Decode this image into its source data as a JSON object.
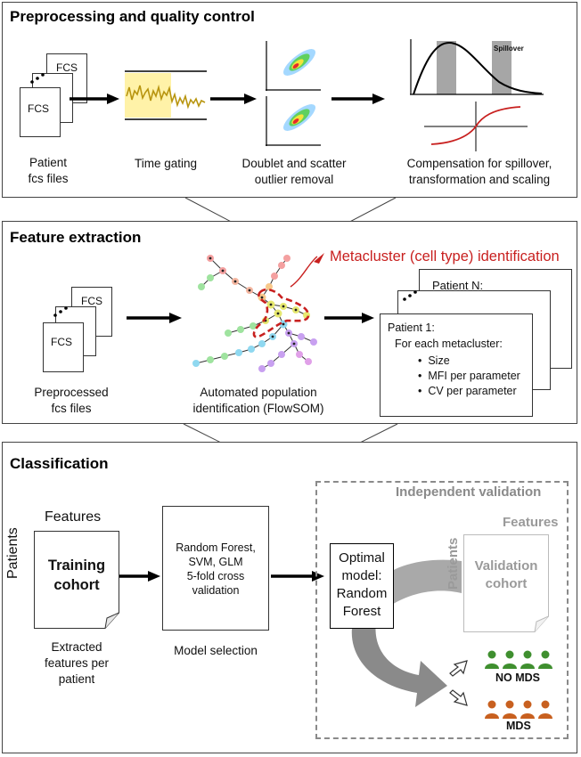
{
  "panel1": {
    "title": "Preprocessing and quality control",
    "fcs": "FCS",
    "captions": {
      "patient": [
        "Patient",
        "fcs files"
      ],
      "time": "Time gating",
      "doublet": [
        "Doublet and scatter",
        "outlier removal"
      ],
      "comp": [
        "Compensation for spillover,",
        "transformation and scaling"
      ]
    },
    "spillover": "Spillover"
  },
  "panel2": {
    "title": "Feature extraction",
    "fcs": "FCS",
    "metacluster": "Metacluster (cell type) identification",
    "captions": {
      "pre": [
        "Preprocessed",
        "fcs files"
      ],
      "auto": [
        "Automated population",
        "identification (FlowSOM)"
      ]
    },
    "patient_n": "Patient N:",
    "patient_1": "Patient 1:",
    "for_each": "For each metacluster:",
    "bullets": [
      "Size",
      "MFI per parameter",
      "CV per parameter"
    ]
  },
  "panel3": {
    "title": "Classification",
    "features": "Features",
    "patients": "Patients",
    "training": [
      "Training",
      "cohort"
    ],
    "model_text": [
      "Random Forest,",
      "SVM, GLM",
      "5-fold cross",
      "validation"
    ],
    "cap_extracted": [
      "Extracted",
      "features per",
      "patient"
    ],
    "cap_model": "Model selection",
    "indep": "Independent validation",
    "optimal": [
      "Optimal",
      "model:",
      "Random",
      "Forest"
    ],
    "features_v": "Features",
    "patients_v": "Patients",
    "validation": [
      "Validation",
      "cohort"
    ],
    "no_mds": "NO MDS",
    "mds": "MDS",
    "colors": {
      "no_mds": "#3f8f2f",
      "mds": "#c8601f",
      "red": "#c8201f"
    }
  }
}
